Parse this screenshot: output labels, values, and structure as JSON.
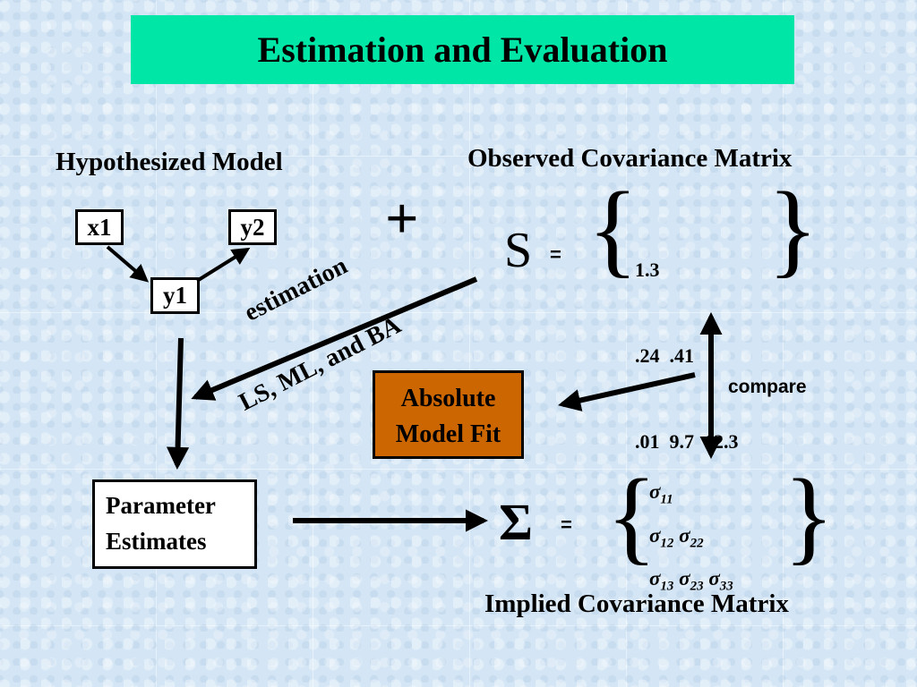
{
  "title": "Estimation and Evaluation",
  "hypothesized_model": {
    "heading": "Hypothesized Model",
    "nodes": {
      "x1": "x1",
      "y1": "y1",
      "y2": "y2"
    }
  },
  "plus_sign": "+",
  "observed": {
    "heading": "Observed Covariance Matrix",
    "symbol": "S",
    "equals": "=",
    "rows": [
      "1.3",
      ".24  .41",
      ".01  9.7  12.3"
    ]
  },
  "estimation": {
    "label": "estimation",
    "methods": "LS, ML, and BA"
  },
  "absolute_fit": {
    "line1": "Absolute",
    "line2": "Model Fit"
  },
  "compare_label": "compare",
  "parameter_estimates": {
    "line1": "Parameter",
    "line2": "Estimates"
  },
  "implied": {
    "heading": "Implied Covariance Matrix",
    "symbol": "Σ",
    "equals": "=",
    "rows": [
      [
        {
          "base": "σ",
          "sub": "11"
        }
      ],
      [
        {
          "base": "σ",
          "sub": "12"
        },
        {
          "base": "σ",
          "sub": "22"
        }
      ],
      [
        {
          "base": "σ",
          "sub": "13"
        },
        {
          "base": "σ",
          "sub": "23"
        },
        {
          "base": "σ",
          "sub": "33"
        }
      ]
    ]
  },
  "colors": {
    "title_bg": "#00e6a6",
    "fit_box_bg": "#cc6600",
    "background": "#d4e6f5"
  }
}
